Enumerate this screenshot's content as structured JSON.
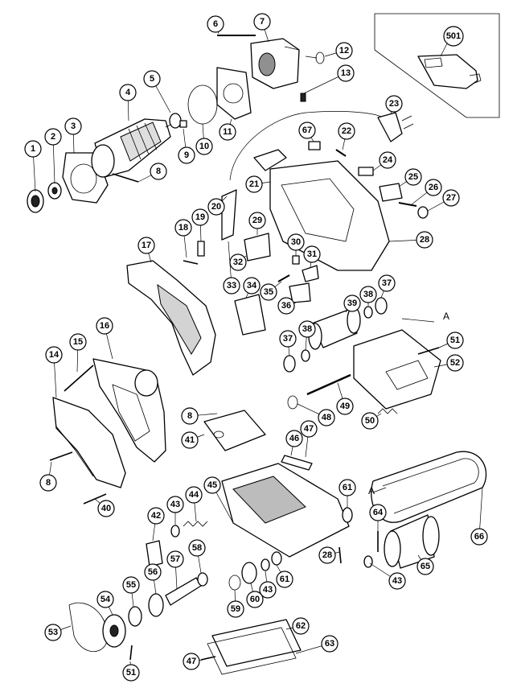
{
  "diagram": {
    "section_marker": "A",
    "part_numbers": [
      "1",
      "2",
      "3",
      "4",
      "5",
      "6",
      "7",
      "8",
      "9",
      "10",
      "11",
      "12",
      "13",
      "14",
      "15",
      "16",
      "17",
      "18",
      "19",
      "20",
      "21",
      "22",
      "23",
      "24",
      "25",
      "26",
      "27",
      "28",
      "29",
      "30",
      "31",
      "32",
      "33",
      "34",
      "35",
      "36",
      "37",
      "38",
      "39",
      "40",
      "41",
      "42",
      "43",
      "44",
      "45",
      "46",
      "47",
      "48",
      "49",
      "50",
      "51",
      "52",
      "53",
      "54",
      "55",
      "56",
      "57",
      "58",
      "59",
      "60",
      "61",
      "62",
      "63",
      "64",
      "65",
      "66",
      "67",
      "501"
    ]
  }
}
